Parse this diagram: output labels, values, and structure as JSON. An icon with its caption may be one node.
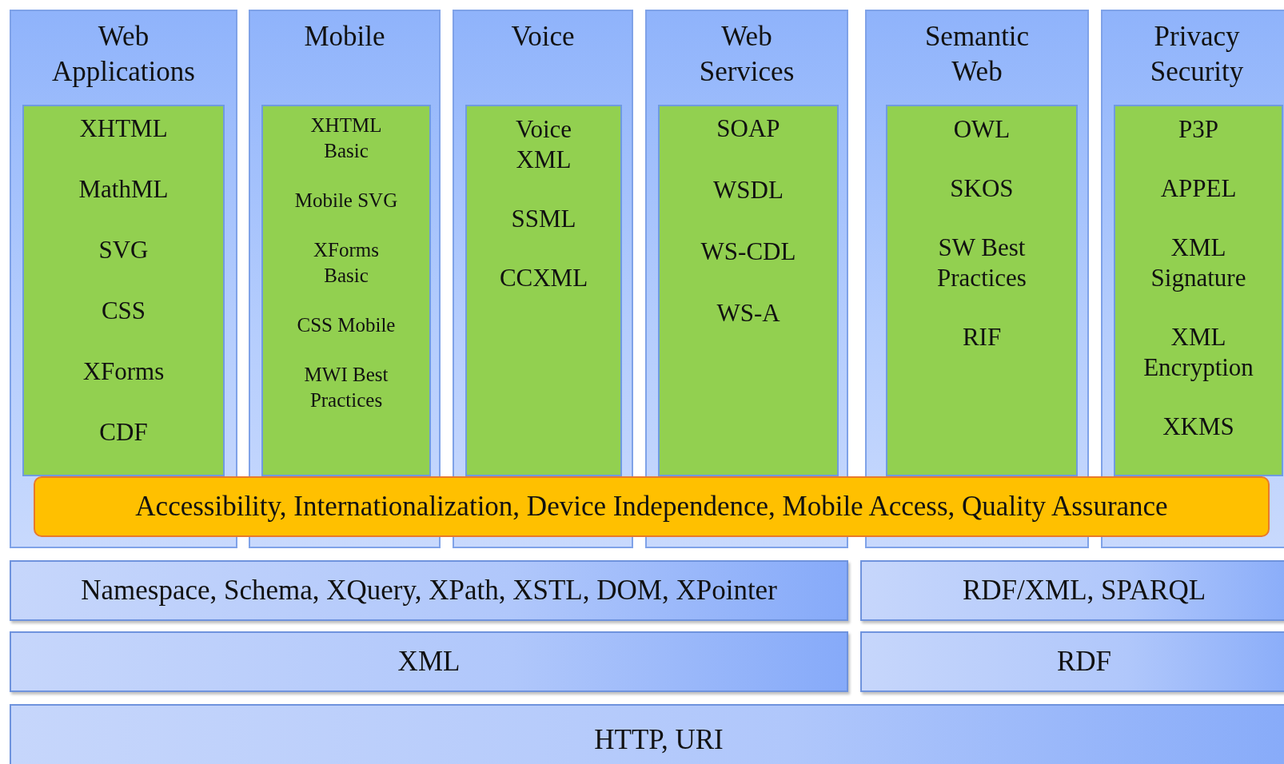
{
  "diagram": {
    "nodes": [
      {
        "text": [
          "Web Applications"
        ]
      },
      {
        "text": [
          "XHTML",
          "MathML",
          "SVG",
          "CSS",
          "XForms",
          "CDF"
        ],
        "in": 0
      },
      {
        "text": [
          "Mobile"
        ]
      },
      {
        "text": [
          "XHTML Basic",
          "Mobile SVG",
          "XForms Basic",
          "CSS Mobile",
          "MWI Best Practices"
        ],
        "in": 2
      },
      {
        "text": [
          "Voice"
        ]
      },
      {
        "text": [
          "Voice XML",
          "SSML",
          "CCXML"
        ],
        "in": 4
      },
      {
        "text": [
          "Web Services"
        ]
      },
      {
        "text": [
          "SOAP",
          "WSDL",
          "WS-CDL",
          "WS-A"
        ],
        "in": 6
      },
      {
        "text": [
          "Semantic Web"
        ]
      },
      {
        "text": [
          "OWL",
          "SKOS",
          "SW Best Practices",
          "RIF"
        ],
        "in": 8
      },
      {
        "text": [
          "Privacy Security"
        ]
      },
      {
        "text": [
          "P3P",
          "APPEL",
          "XML Signature",
          "XML Encryption",
          "XKMS"
        ],
        "in": 10
      },
      {
        "text": [
          "Accessibility, Internationalization, Device Independence, Mobile Access, Quality Assurance"
        ]
      },
      {
        "text": [
          "Namespace, Schema, XQuery, XPath, XSTL, DOM, XPointer"
        ]
      },
      {
        "text": [
          "RDF/XML, SPARQL"
        ]
      },
      {
        "text": [
          "XML"
        ]
      },
      {
        "text": [
          "RDF"
        ]
      },
      {
        "text": [
          "HTTP, URI"
        ]
      }
    ]
  }
}
